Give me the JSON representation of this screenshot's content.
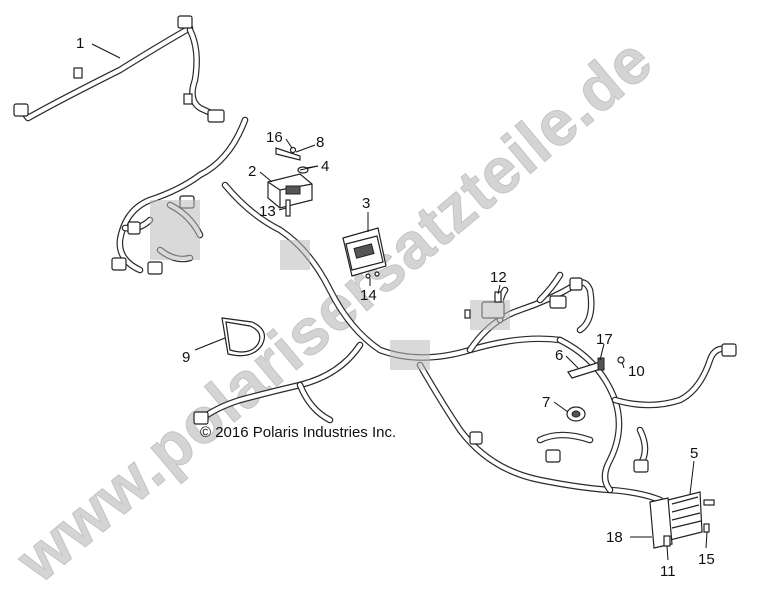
{
  "watermark": "www.polarisersatzteile.de",
  "copyright": "© 2016 Polaris Industries Inc.",
  "callouts": [
    {
      "id": "1",
      "label": "1"
    },
    {
      "id": "2",
      "label": "2"
    },
    {
      "id": "3",
      "label": "3"
    },
    {
      "id": "4",
      "label": "4"
    },
    {
      "id": "5",
      "label": "5"
    },
    {
      "id": "6",
      "label": "6"
    },
    {
      "id": "7",
      "label": "7"
    },
    {
      "id": "8",
      "label": "8"
    },
    {
      "id": "9",
      "label": "9"
    },
    {
      "id": "10",
      "label": "10"
    },
    {
      "id": "11",
      "label": "11"
    },
    {
      "id": "12",
      "label": "12"
    },
    {
      "id": "13",
      "label": "13"
    },
    {
      "id": "14",
      "label": "14"
    },
    {
      "id": "15",
      "label": "15"
    },
    {
      "id": "16",
      "label": "16"
    },
    {
      "id": "17",
      "label": "17"
    },
    {
      "id": "18",
      "label": "18"
    }
  ],
  "colors": {
    "line": "#222222",
    "watermark": "#d4d4d4",
    "background": "#ffffff"
  }
}
